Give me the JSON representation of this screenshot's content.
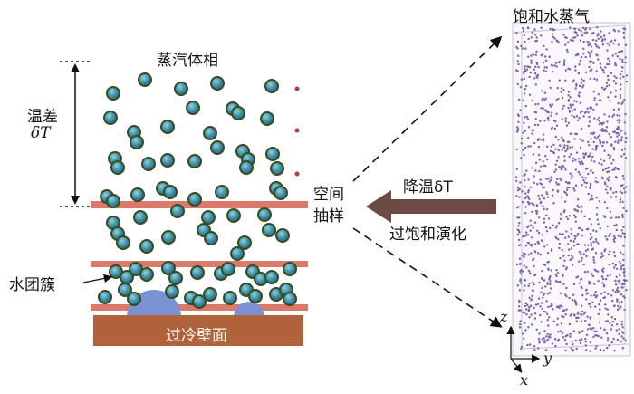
{
  "labels": {
    "vapor_phase": "蒸汽体相",
    "temp_diff": "温差",
    "delta_t": "δT",
    "space_sampling_line1": "空间",
    "space_sampling_line2": "抽样",
    "cooling": "降温δT",
    "supersat": "过饱和演化",
    "water_cluster": "水团簇",
    "cold_wall": "过冷壁面",
    "sat_vapor": "饱和水蒸气",
    "axis_z": "z",
    "axis_y": "y",
    "axis_x": "x"
  },
  "colors": {
    "molecule_core": "#4aa3b8",
    "molecule_shell": "#3a4a1f",
    "slab": "#d97a6a",
    "wall": "#b0623a",
    "droplet": "#7b93d4",
    "arrow": "#6e4a44",
    "particle": "#7a5fb8"
  }
}
